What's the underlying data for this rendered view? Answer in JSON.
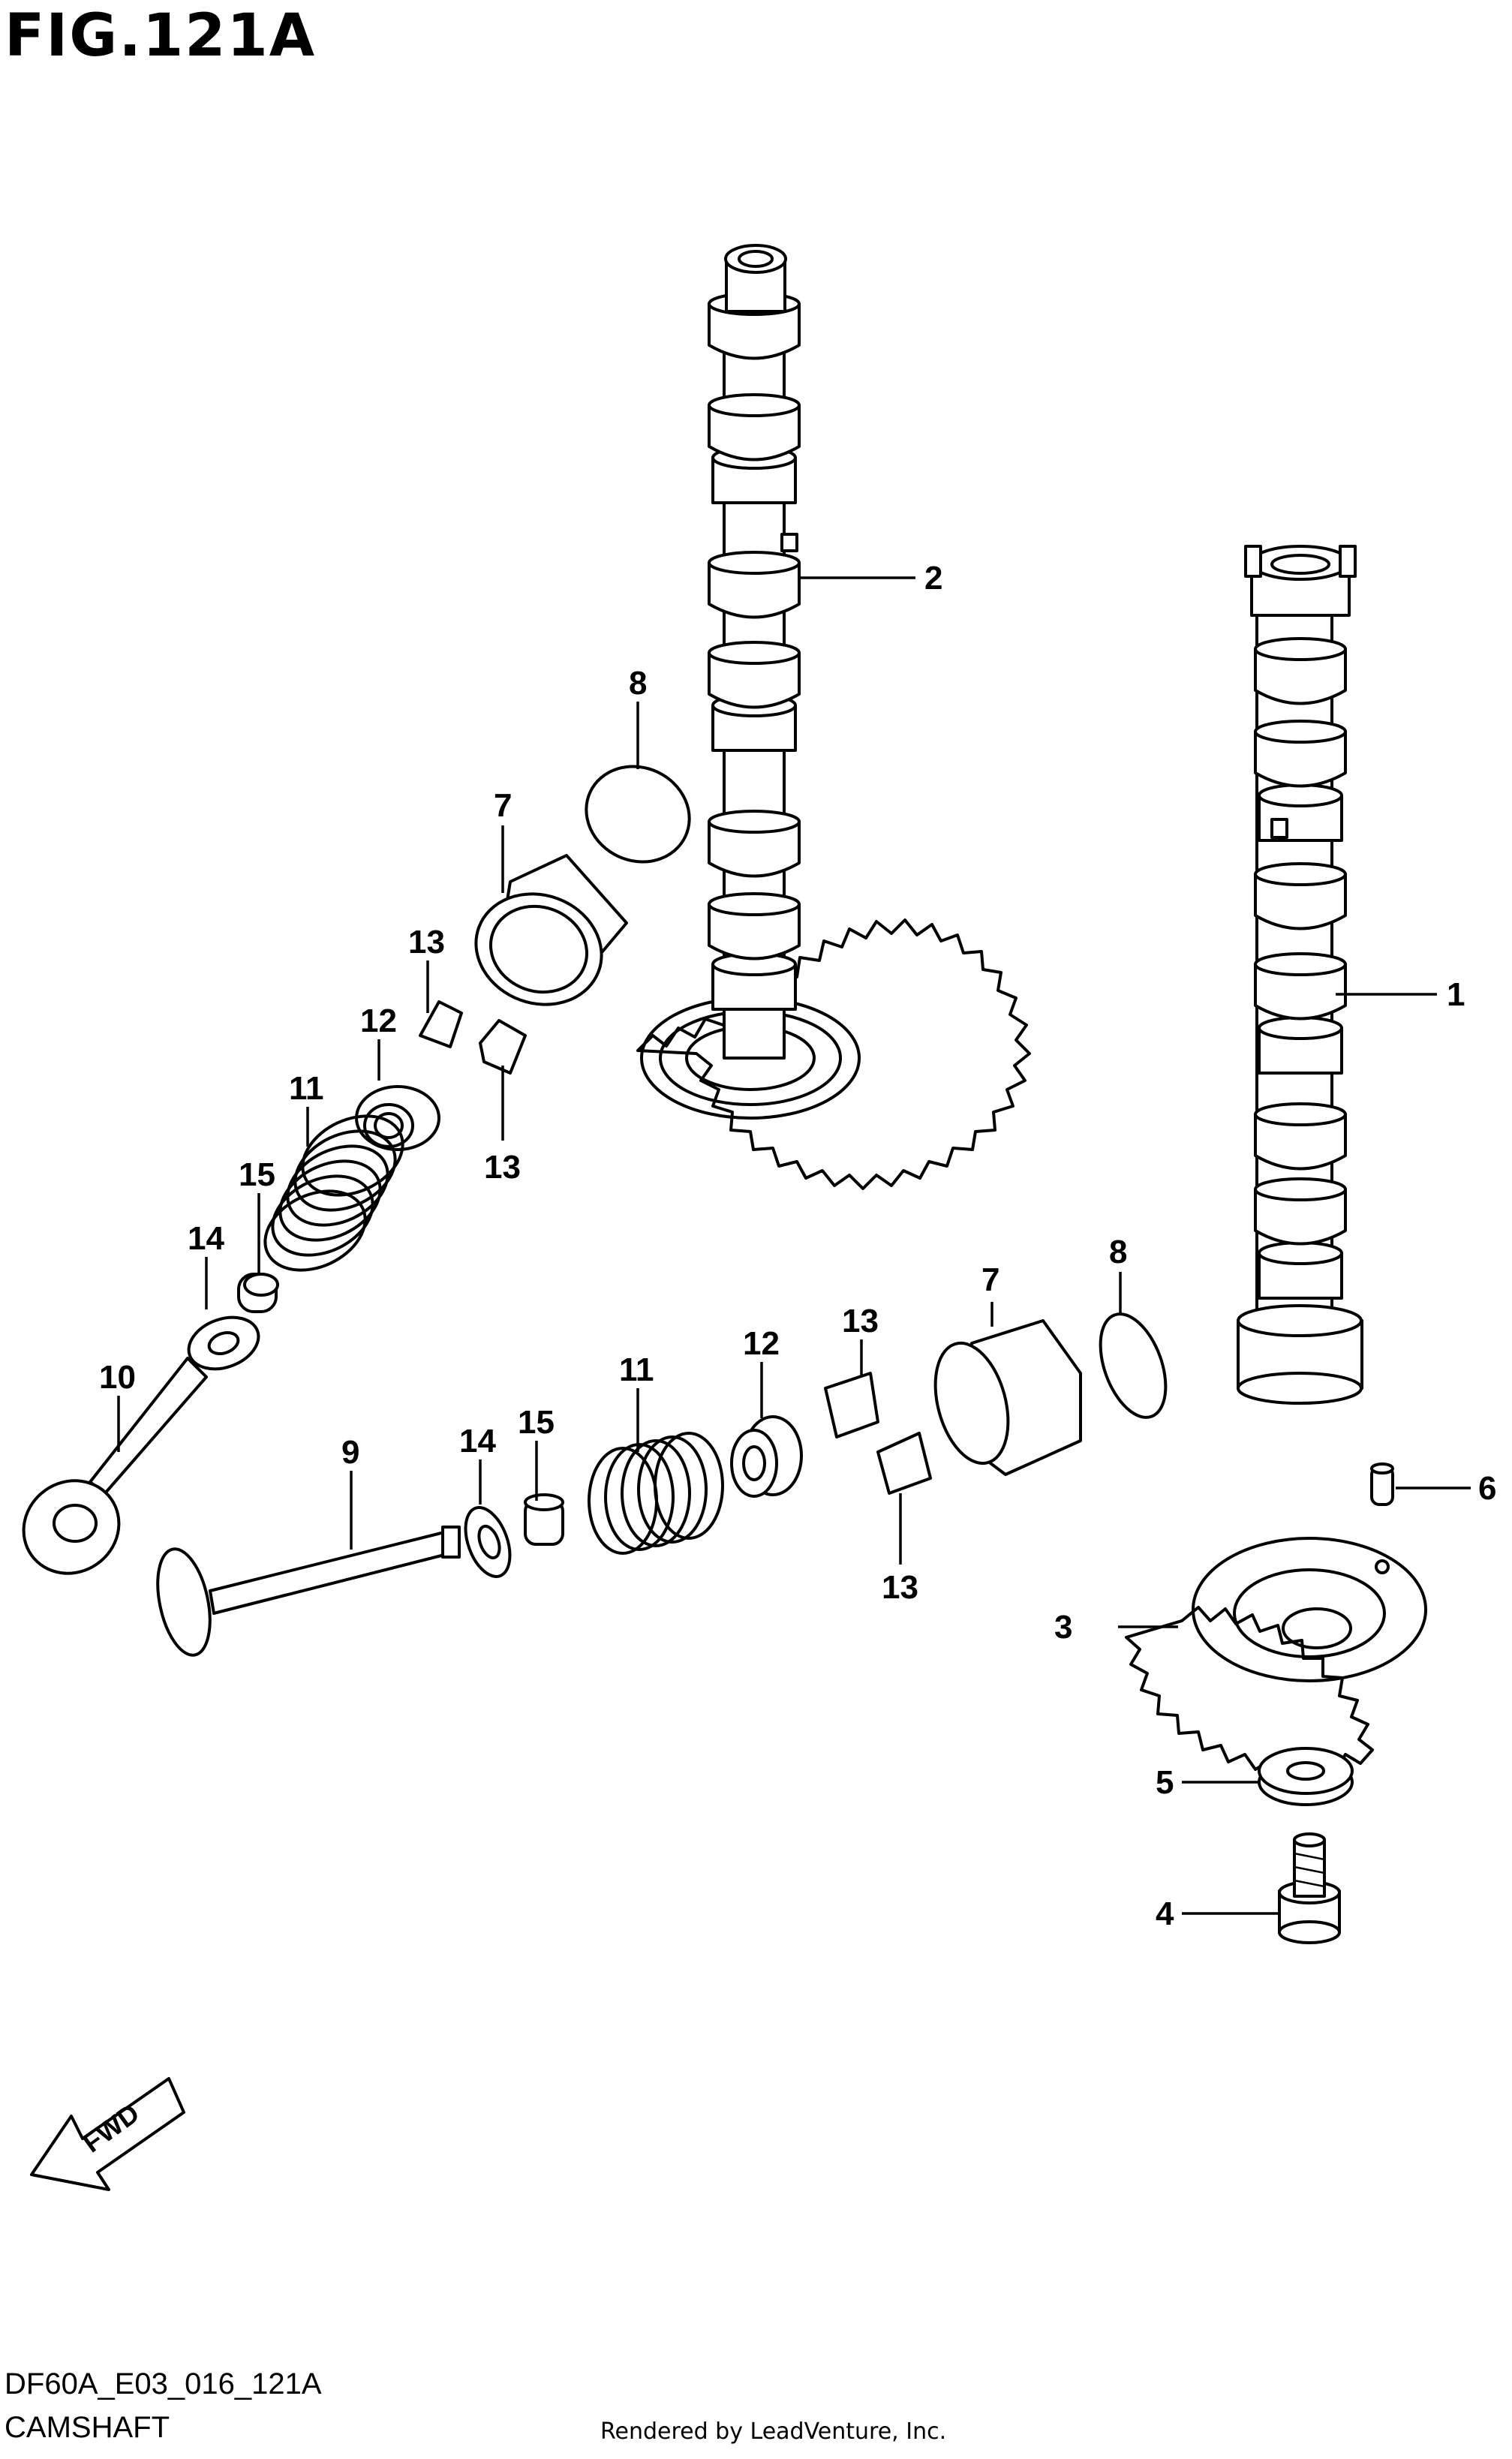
{
  "figure": {
    "title": "FIG.121A",
    "diagram_code": "DF60A_E03_016_121A",
    "caption": "CAMSHAFT",
    "credit": "Rendered by LeadVenture, Inc.",
    "fwd_label": "FWD"
  },
  "callouts": [
    {
      "id": "1",
      "label": "1"
    },
    {
      "id": "2",
      "label": "2"
    },
    {
      "id": "3",
      "label": "3"
    },
    {
      "id": "4",
      "label": "4"
    },
    {
      "id": "5",
      "label": "5"
    },
    {
      "id": "6",
      "label": "6"
    },
    {
      "id": "7a",
      "label": "7"
    },
    {
      "id": "7b",
      "label": "7"
    },
    {
      "id": "8a",
      "label": "8"
    },
    {
      "id": "8b",
      "label": "8"
    },
    {
      "id": "9",
      "label": "9"
    },
    {
      "id": "10",
      "label": "10"
    },
    {
      "id": "11a",
      "label": "11"
    },
    {
      "id": "11b",
      "label": "11"
    },
    {
      "id": "12a",
      "label": "12"
    },
    {
      "id": "12b",
      "label": "12"
    },
    {
      "id": "13a",
      "label": "13"
    },
    {
      "id": "13b",
      "label": "13"
    },
    {
      "id": "13c",
      "label": "13"
    },
    {
      "id": "13d",
      "label": "13"
    },
    {
      "id": "14a",
      "label": "14"
    },
    {
      "id": "14b",
      "label": "14"
    },
    {
      "id": "15a",
      "label": "15"
    },
    {
      "id": "15b",
      "label": "15"
    }
  ]
}
